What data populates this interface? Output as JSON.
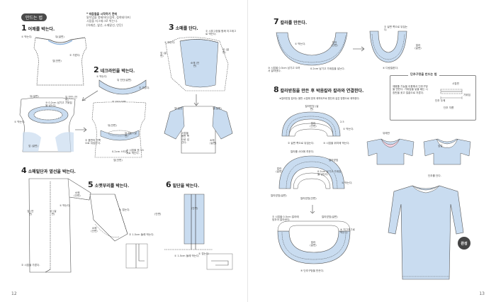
{
  "left": {
    "section_tag": "만드는 법",
    "notes": {
      "title": "* 박음질을 시작하기 전에",
      "lines": [
        "밑작업을 봉제하다(접착, 접착테이프)",
        "시접을 지그재그로 박는다.",
        "(어깨선, 옆선, 소매밑선, 안단)"
      ]
    },
    "steps": [
      {
        "num": "1",
        "title": "어깨를 박는다."
      },
      {
        "num": "2",
        "title": "네크라인을 박는다."
      },
      {
        "num": "3",
        "title": "소매를 단다."
      },
      {
        "num": "4",
        "title": "소매밑단과 옆선을 박는다."
      },
      {
        "num": "5",
        "title": "소맷부리를 박는다."
      },
      {
        "num": "6",
        "title": "밑단을 박는다."
      }
    ],
    "labels": {
      "s1_a": "① 박는다.",
      "s1_b": "뒤(겉면)",
      "s1_c": "② 가른다.",
      "s1_d": "앞(안면)",
      "s2_a": "① 박는다.",
      "s2_b": "뒤 안단(겉면)",
      "s2_c": "② 가른다.",
      "s2_d": "앞 안단(안면)",
      "s2_e": "뒤(겉면)",
      "s2_f": "③ 0.2cm 남기고 가위집을 넣는다.",
      "s2_g": "① 박는다.",
      "s2_h": "뒤 안단 (안면)",
      "s2_i": "앞 (겉면)",
      "s2_j": "뒤(안면)",
      "s2_k": "② 몸판의 안쪽으로 뒤집는다.",
      "s2_l": "뒤 안단 (겉면)",
      "s2_m": "0.2cm 스티치",
      "s2_n": "③ 시접을 표그스치로 박는다.",
      "s2_o": "앞(안면)",
      "s3_a": "② 시접 2장을 함께 지그재그로 박는다.",
      "s3_b": "① 박는다.",
      "s3_c": "앞 (겉면)",
      "s3_d": "뒤 (겉면)",
      "s3_e": "소매 (안면)",
      "s3_f": "앞(겉면)",
      "s3_g": "옆(겉면)",
      "s3_h": "시접을 몸판 쪽으로 넘긴다.",
      "s3_i": "소매 (겉면)",
      "s4_a": "소매 (안면)",
      "s4_b": "① 박는다.",
      "s4_c": "앞 (안면)",
      "s4_d": "뒤 (겉면)",
      "s4_e": "② 시접을 가른다.",
      "s5_a": "① 접는다.",
      "s5_b": "② 1.5cm 둘레 박는다.",
      "s5_c": "소매 (안면)",
      "s5_d": "(안면)",
      "s6_a": "(안면)",
      "s6_b": "① 1.5cm 둘레 박는다.",
      "s6_c": "① 접는다."
    },
    "page_number": "12"
  },
  "right": {
    "steps": [
      {
        "num": "7",
        "title": "칼라를 만든다."
      },
      {
        "num": "8",
        "title": "칼라받침을 만든 후 박음칼라 칼라와 연결한다."
      }
    ],
    "sub_note": "★칼라받침 칼라는 몸판 시접에 맞게 제작되므로 원단과 같은 방향으로 제작한다.",
    "labels": {
      "s7_a": "① 박는다.",
      "s7_b": "칼라 (안면)",
      "s7_c": "② 겉면 쪽으로 뒤집는다.",
      "s7_d": "칼라 (겉면)",
      "s7_e": "③ 시접을 0.5cm 남기고 오려서 잘라낸다.",
      "s7_f": "0.2cm 남기고 가위집을 넣는다.",
      "s7_g": "④ 다림질한다.",
      "box_title": "단추구멍을 만드는 법",
      "box_a": "재봉틀 기능을 이용해서 단추구멍을 만든다. 가위집을 넣을 때는 시침핀을 꽂고 칼끝으로 자른다.",
      "box_b": "시침핀",
      "box_c": "단추 두께",
      "box_d": "가위집",
      "box_e": "단추 지름",
      "s8_a": "칼라받침 (겉면)",
      "s8_b": "칼라 (안면)",
      "s8_c": "② 겉면 쪽으로 뒤집는다.",
      "s8_d": "③ 시접을 위치에 박는다.",
      "s8_e": "① 박는다.",
      "s8_f": "2.5",
      "s8_g": "칼라를 사이에 끼운다.",
      "s8_h": "칼라 (겉면)",
      "s8_i": "0.2cm 남기고 가위집을 넣는다.",
      "s8_j": "칼라받침",
      "s8_k": "칼라받침(겉면)",
      "s8_l": "① 박는다.",
      "s8_m": "칼라받침(안면)",
      "s8_n": "② 시접을 0.5cm 칼라에 맞추어 잘라낸다.",
      "s8_o": "칼라받침(겉면)",
      "s8_p": "④ 지그재그로 박는다.",
      "s8_q": "칼라 (겉면)",
      "s8_r": "⑤ 단추구멍을 만든다.",
      "front_label": "뒤에만",
      "front_label2": "앞걸",
      "final_label": "단추를 단다.",
      "done": "완성"
    },
    "page_number": "13"
  },
  "colors": {
    "fabric_blue": "#c9dcf0",
    "fabric_blue_dark": "#8fb4dc",
    "fabric_pink": "#f6d3e1",
    "line": "#555555",
    "tag_bg": "#4a4a4a"
  }
}
